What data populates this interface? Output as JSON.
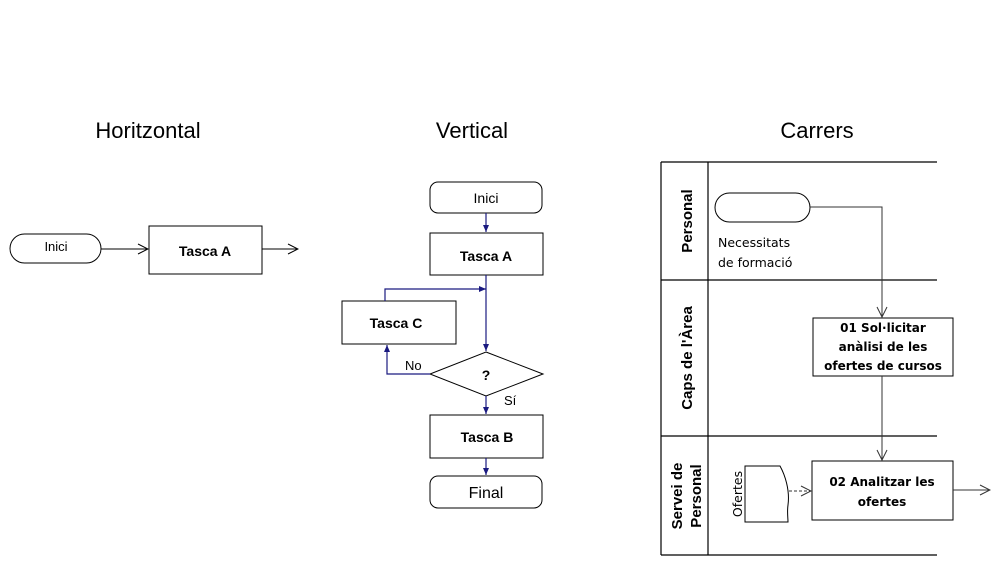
{
  "sections": {
    "horizontal": {
      "title": "Horitzontal",
      "start_label": "Inici",
      "task_label": "Tasca A"
    },
    "vertical": {
      "title": "Vertical",
      "start_label": "Inici",
      "task_a_label": "Tasca A",
      "task_c_label": "Tasca C",
      "decision_label": "?",
      "no_label": "No",
      "yes_label": "Sí",
      "task_b_label": "Tasca B",
      "end_label": "Final"
    },
    "swimlanes": {
      "title": "Carrers",
      "lanes": [
        {
          "label": "Personal"
        },
        {
          "label": "Caps de l'Àrea"
        },
        {
          "label_line1": "Servei de",
          "label_line2": "Personal"
        }
      ],
      "start_caption_line1": "Necessitats",
      "start_caption_line2": "de formació",
      "task1_lines": [
        "01 Sol·licitar",
        "anàlisi de les",
        "ofertes de cursos"
      ],
      "task2_lines": [
        "02 Analitzar les",
        "ofertes"
      ],
      "document_label": "Ofertes"
    }
  },
  "colors": {
    "connector_vertical": "#1a1a80",
    "stroke": "#000000",
    "lane_connector": "#555555"
  }
}
